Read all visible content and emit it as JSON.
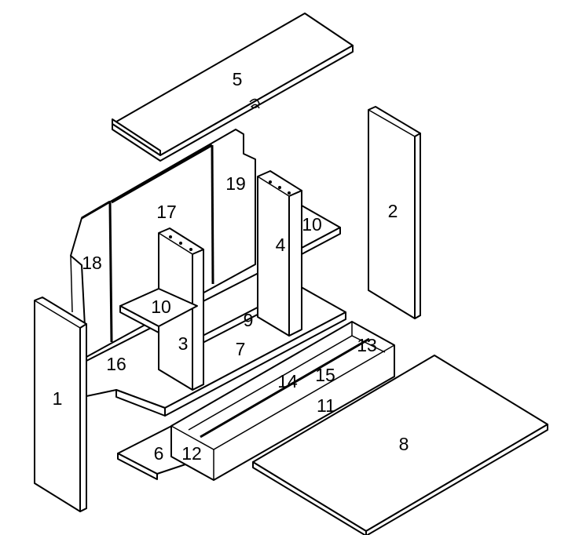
{
  "diagram": {
    "parts": [
      {
        "id": "p1",
        "label": "1"
      },
      {
        "id": "p2",
        "label": "2"
      },
      {
        "id": "p3",
        "label": "3"
      },
      {
        "id": "p4",
        "label": "4"
      },
      {
        "id": "p5",
        "label": "5"
      },
      {
        "id": "p6",
        "label": "6"
      },
      {
        "id": "p7",
        "label": "7"
      },
      {
        "id": "p8",
        "label": "8"
      },
      {
        "id": "p9",
        "label": "9"
      },
      {
        "id": "p10a",
        "label": "10"
      },
      {
        "id": "p10b",
        "label": "10"
      },
      {
        "id": "p11",
        "label": "11"
      },
      {
        "id": "p12",
        "label": "12"
      },
      {
        "id": "p13",
        "label": "13"
      },
      {
        "id": "p14",
        "label": "14"
      },
      {
        "id": "p15",
        "label": "15"
      },
      {
        "id": "p16",
        "label": "16"
      },
      {
        "id": "p17",
        "label": "17"
      },
      {
        "id": "p18",
        "label": "18"
      },
      {
        "id": "p19",
        "label": "19"
      }
    ]
  }
}
